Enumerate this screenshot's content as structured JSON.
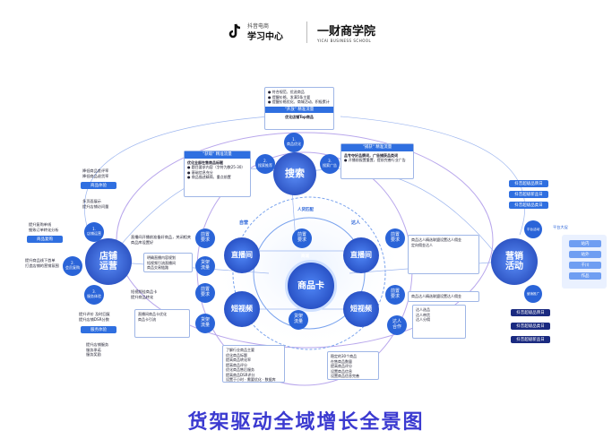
{
  "header": {
    "brand1_name": "学习中心",
    "brand1_sub": "抖音电商",
    "brand2_name": "一财商学院",
    "brand2_sub": "YICAI BUSINESS SCHOOL"
  },
  "footer": {
    "title": "货架驱动全域增长全景图"
  },
  "center": {
    "product_card": "商品卡",
    "search": "搜索",
    "shop_ops": "店铺\n运营",
    "marketing": "营销\n活动",
    "live_self": "直播间",
    "short_video_self": "短视频",
    "live_talent": "直播间",
    "short_video_talent": "短视频"
  },
  "labels": {
    "self_run": "自营",
    "talent": "达人",
    "mall": "商城",
    "people_goods": "人货匹配"
  },
  "small_circles": {
    "search_top": "1.\n商品优化",
    "search_left": "2.\n搜索推荐",
    "search_right": "3.\n搜索广告",
    "shop_top": "1.\n店铺运营",
    "shop_mid": "2.\n会员复购",
    "shop_bottom": "3.\n服务体验",
    "self_live_req": "前置\n要求",
    "self_live_flow": "货架\n流量",
    "self_sv_req": "前置\n要求",
    "self_sv_flow": "货架\n流量",
    "card_req": "前置\n要求",
    "card_flow": "货架\n流量",
    "talent_live_req": "前置\n要求",
    "talent_sv_req": "前置\n要求",
    "talent_coop": "达人\n合作",
    "mk_top": "平台活动",
    "mk_bottom": "营销推广"
  },
  "top_card": {
    "title": "\"开放\" 精准流量",
    "lines": [
      "● 符合规范、优选商品",
      "● 提醒价格、发满5条主要",
      "● 提醒价格优化、商城活动、积极累计"
    ],
    "footer": "优化店铺Top商品"
  },
  "search_left_card": {
    "title": "\"获取\" 精准流量",
    "head": "优化全部在售商品标题",
    "lines": [
      "● 题目要求内容（字符为数25-30）",
      "● 基础信息充分",
      "● 商品描述精简、重点前置"
    ]
  },
  "search_right_card": {
    "title": "\"捕获\" 精准流量",
    "head": "品专夺好品牌词，广告捕获品类词",
    "lines": [
      "● 开播前报置重置，提前完善行业广告"
    ]
  },
  "left_side": {
    "block1": [
      "降低商品差评率",
      "降低商品退货率"
    ],
    "block1_tag": "商品体验",
    "block2": [
      "多页面展示",
      "提升店铺访问量"
    ],
    "block3": [
      "提升复购单线",
      "细致订单转化分析"
    ],
    "block3_tag": "商品复购",
    "block4": [
      "提升商品线下首单",
      "打造店铺的营销氛围"
    ],
    "block5": [
      "提升评价 及时回复",
      "提升店铺DSR分数"
    ],
    "block5_tag": "服务体验",
    "block6": [
      "提升店铺服务",
      "服务承诺",
      "服务奖励"
    ]
  },
  "right_side": {
    "mk_tags": [
      "抖音超级品牌日",
      "抖音超级新品日",
      "抖音超级品类日"
    ],
    "mk_tag4": "平台大促",
    "promo_items": [
      "站内",
      "站外",
      "千川",
      "作品"
    ],
    "logos": [
      "抖音超级品牌日",
      "抖音超级品类日",
      "抖音超级新品日"
    ]
  },
  "mid_cards": {
    "self_live": [
      "直播间开播前准备好商品，关闭相关",
      "商品库设置好"
    ],
    "self_flow": [
      "明确直播内容规划",
      "短视频引流直播间",
      "商品交易链路"
    ],
    "sv_req": [
      "短视频挂商品卡",
      "提升商品转化"
    ],
    "card_flow": [
      "直播间商品卡优化",
      "商品卡引流"
    ],
    "talent_live": [
      "商品达人精选联盟设置达人佣金",
      "定向佣金达人"
    ],
    "talent_sv": [
      "商品达人精选联盟设置达人佣金"
    ],
    "talent_coop": [
      "达人选品",
      "达人带货",
      "达人分佣"
    ]
  },
  "bottom_cards": {
    "left": [
      "了解行业商品主要",
      "优化商品标题",
      "提高商品转化率",
      "提高商品评分",
      "优化商品售后服务",
      "提高商品DSR评分",
      "设置于小时 · 需要优化 · 数据库"
    ],
    "right": [
      "稳定的30个商品",
      "在售商品数量",
      "提高商品评分",
      "设置商品信息",
      "设置商品信息完善"
    ]
  },
  "colors": {
    "accent": "#2f6fe0",
    "deep": "#1d3fb0",
    "footer": "#3b3ad0"
  }
}
